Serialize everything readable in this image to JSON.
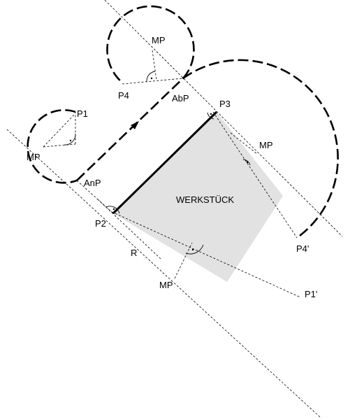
{
  "labels": {
    "workpiece": "WERKSTÜCK",
    "mp_left": "MP",
    "mp_top": "MP",
    "mp_right": "MP",
    "mp_bottom": "MP",
    "p1": "P1",
    "p2": "P2",
    "p3": "P3",
    "p4": "P4",
    "p1_prime": "P1'",
    "p4_prime": "P4'",
    "anp": "AnP",
    "abp": "AbP",
    "r": "R"
  },
  "colors": {
    "workpiece_fill": "#e2e2e2",
    "lines": "#000000",
    "background": "#ffffff"
  }
}
